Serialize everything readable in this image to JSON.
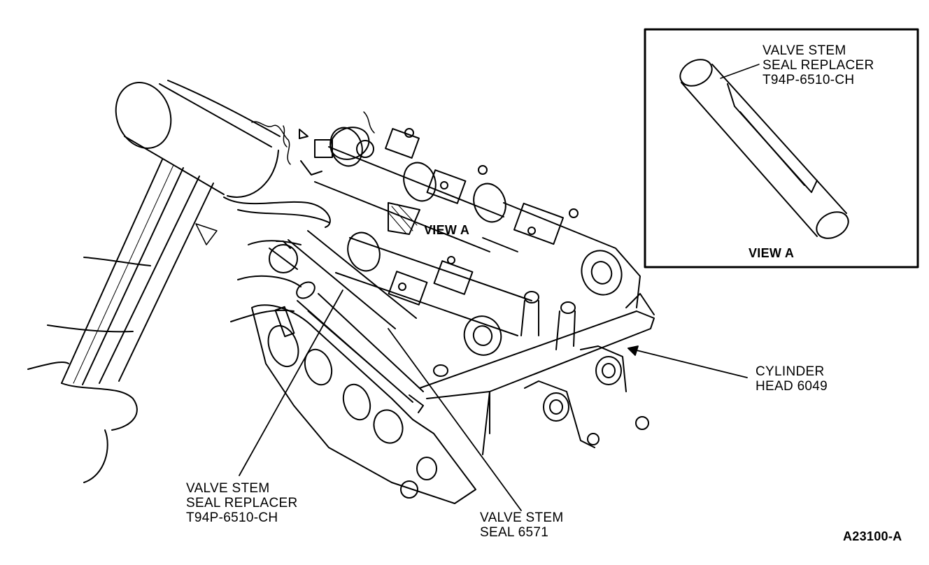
{
  "labels": {
    "inset_tool": {
      "line1": "VALVE STEM",
      "line2": "SEAL REPLACER",
      "line3": "T94P-6510-CH"
    },
    "view_a_main": "VIEW A",
    "view_a_inset": "VIEW A",
    "cylinder_head": {
      "line1": "CYLINDER",
      "line2": "HEAD 6049"
    },
    "tool_bottom": {
      "line1": "VALVE STEM",
      "line2": "SEAL REPLACER",
      "line3": "T94P-6510-CH"
    },
    "valve_seal": {
      "line1": "VALVE STEM",
      "line2": "SEAL 6571"
    },
    "figure_id": "A23100-A"
  },
  "colors": {
    "ink": "#000000",
    "paper": "#ffffff"
  }
}
